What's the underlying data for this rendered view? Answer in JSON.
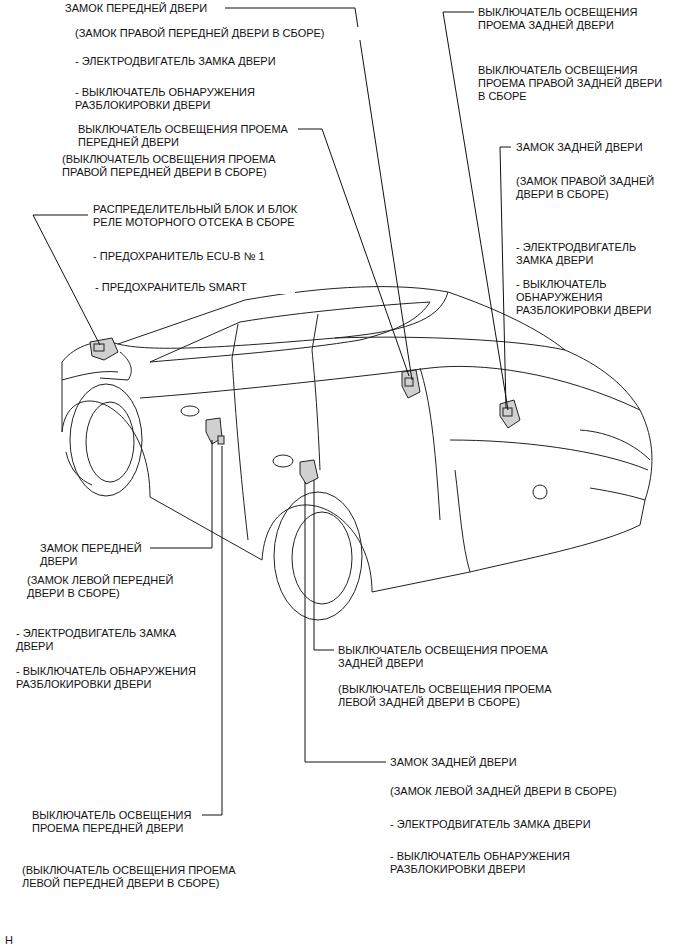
{
  "diagram": {
    "labels": [
      "ЗАМОК ПЕРЕДНЕЙ ДВЕРИ",
      "(ЗАМОК ПРАВОЙ ПЕРЕДНЕЙ ДВЕРИ В СБОРЕ)",
      "- ЭЛЕКТРОДВИГАТЕЛЬ ЗАМКА ДВЕРИ",
      "- ВЫКЛЮЧАТЕЛЬ ОБНАРУЖЕНИЯ РАЗБЛОКИРОВКИ ДВЕРИ",
      "ВЫКЛЮЧАТЕЛЬ ОСВЕЩЕНИЯ ПРОЕМА ПЕРЕДНЕЙ ДВЕРИ",
      "(ВЫКЛЮЧАТЕЛЬ ОСВЕЩЕНИЯ ПРОЕМА ПРАВОЙ ПЕРЕДНЕЙ ДВЕРИ В СБОРЕ)",
      "РАСПРЕДЕЛИТЕЛЬНЫЙ БЛОК И БЛОК РЕЛЕ МОТОРНОГО ОТСЕКА В СБОРЕ",
      "- ПРЕДОХРАНИТЕЛЬ ECU-B № 1",
      "- ПРЕДОХРАНИТЕЛЬ SMART",
      "ВЫКЛЮЧАТЕЛЬ ОСВЕЩЕНИЯ ПРОЕМА ЗАДНЕЙ ДВЕРИ",
      "ВЫКЛЮЧАТЕЛЬ ОСВЕЩЕНИЯ ПРОЕМА ПРАВОЙ ЗАДНЕЙ ДВЕРИ В СБОРЕ",
      "ЗАМОК ЗАДНЕЙ ДВЕРИ",
      "(ЗАМОК ПРАВОЙ ЗАДНЕЙ ДВЕРИ В СБОРЕ)",
      "- ЭЛЕКТРОДВИГАТЕЛЬ ЗАМКА ДВЕРИ",
      "- ВЫКЛЮЧАТЕЛЬ ОБНАРУЖЕНИЯ РАЗБЛОКИРОВКИ ДВЕРИ",
      "ЗАМОК ПЕРЕДНЕЙ ДВЕРИ",
      "(ЗАМОК ЛЕВОЙ ПЕРЕДНЕЙ ДВЕРИ В СБОРЕ)",
      "- ЭЛЕКТРОДВИГАТЕЛЬ ЗАМКА ДВЕРИ",
      "- ВЫКЛЮЧАТЕЛЬ ОБНАРУЖЕНИЯ РАЗБЛОКИРОВКИ ДВЕРИ",
      "ВЫКЛЮЧАТЕЛЬ ОСВЕЩЕНИЯ ПРОЕМА ЗАДНЕЙ ДВЕРИ",
      "(ВЫКЛЮЧАТЕЛЬ ОСВЕЩЕНИЯ ПРОЕМА ЛЕВОЙ ЗАДНЕЙ ДВЕРИ В СБОРЕ)",
      "ЗАМОК ЗАДНЕЙ ДВЕРИ",
      "(ЗАМОК ЛЕВОЙ ЗАДНЕЙ ДВЕРИ В СБОРЕ)",
      "- ЭЛЕКТРОДВИГАТЕЛЬ ЗАМКА ДВЕРИ",
      "- ВЫКЛЮЧАТЕЛЬ ОБНАРУЖЕНИЯ РАЗБЛОКИРОВКИ ДВЕРИ",
      "ВЫКЛЮЧАТЕЛЬ ОСВЕЩЕНИЯ ПРОЕМА ПЕРЕДНЕЙ ДВЕРИ",
      "(ВЫКЛЮЧАТЕЛЬ ОСВЕЩЕНИЯ ПРОЕМА ЛЕВОЙ ПЕРЕДНЕЙ ДВЕРИ В СБОРЕ)",
      "H"
    ]
  }
}
